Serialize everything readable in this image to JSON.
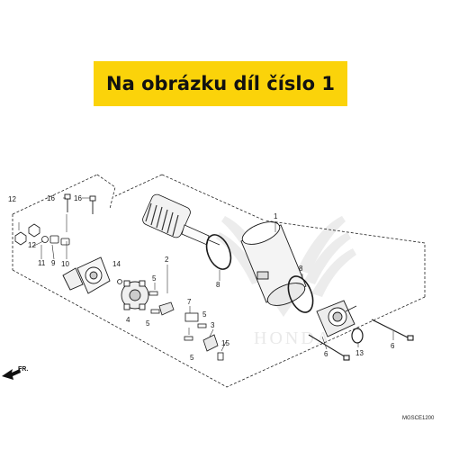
{
  "banner": {
    "text": "Na obrázku díl číslo 1",
    "background": "#fbd30a"
  },
  "watermark": {
    "text": "HONDA",
    "color": "#e6e6e6"
  },
  "direction_label": "FR.",
  "diagram_code": "MGSCE1200",
  "callouts": [
    "1",
    "2",
    "3",
    "4",
    "5",
    "5",
    "5",
    "5",
    "6",
    "6",
    "7",
    "8",
    "8",
    "9",
    "10",
    "11",
    "12",
    "12",
    "13",
    "14",
    "15",
    "16",
    "16"
  ]
}
